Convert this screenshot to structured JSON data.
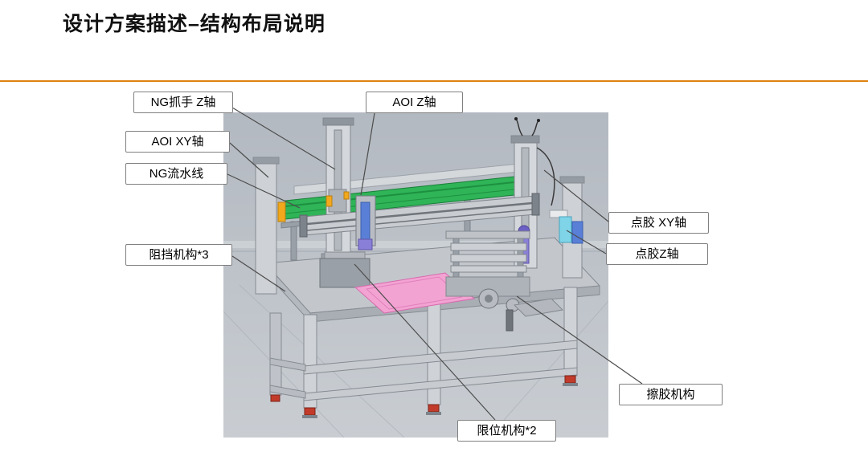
{
  "title": "设计方案描述–结构布局说明",
  "colors": {
    "accent_line": "#E0820F",
    "leader_line": "#4D4D4D",
    "conveyor_green": "#2FB457",
    "plate_pink": "#F2A3D2",
    "feet_red": "#C23B2A"
  },
  "callouts": [
    {
      "id": "ng-gripper-z-axis",
      "label": "NG抓手 Z轴"
    },
    {
      "id": "aoi-z-axis",
      "label": "AOI Z轴"
    },
    {
      "id": "aoi-xy-axis",
      "label": "AOI XY轴"
    },
    {
      "id": "ng-conveyor",
      "label": "NG流水线"
    },
    {
      "id": "blocking-mechanism-x3",
      "label": "阻挡机构*3"
    },
    {
      "id": "dispensing-xy-axis",
      "label": "点胶 XY轴"
    },
    {
      "id": "dispensing-z-axis",
      "label": "点胶Z轴"
    },
    {
      "id": "glue-wiping-mechanism",
      "label": "擦胶机构"
    },
    {
      "id": "limit-mechanism-x2",
      "label": "限位机构*2"
    }
  ]
}
